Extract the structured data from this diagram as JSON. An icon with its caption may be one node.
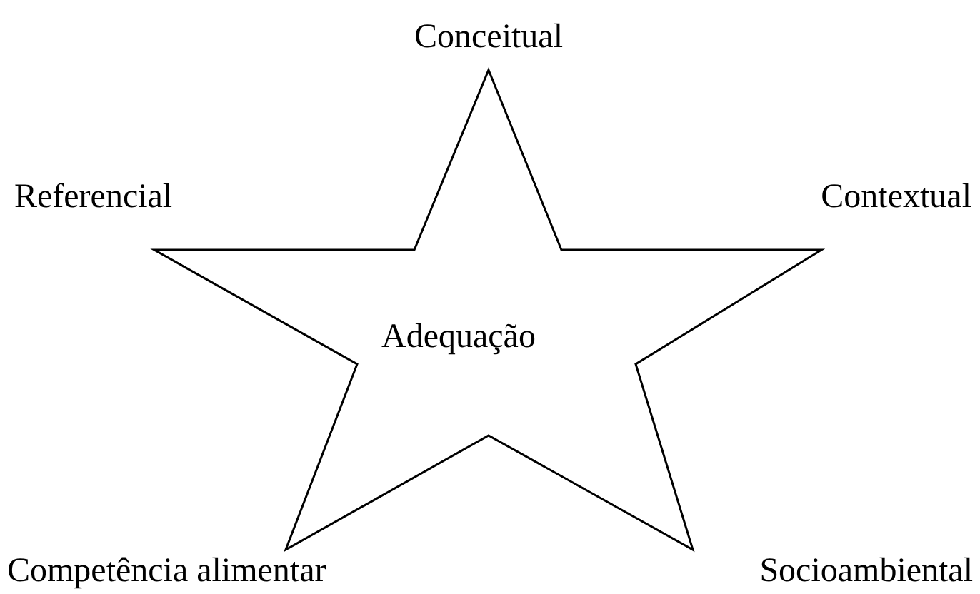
{
  "diagram": {
    "nodes": [
      {
        "text": [
          "Adequação"
        ]
      }
    ],
    "labels": [
      "Conceitual",
      "Referencial",
      "Contextual",
      "Competência alimentar",
      "Socioambiental"
    ]
  }
}
